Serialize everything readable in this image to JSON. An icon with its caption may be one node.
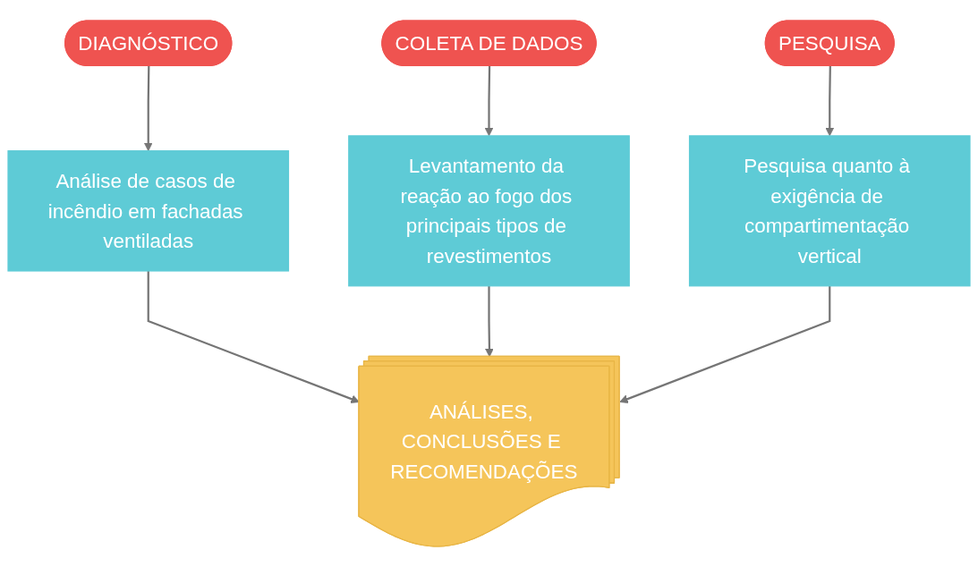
{
  "diagram": {
    "nodes": [
      {
        "text": [
          "DIAGNÓSTICO"
        ]
      },
      {
        "text": [
          "COLETA DE DADOS"
        ]
      },
      {
        "text": [
          "PESQUISA"
        ]
      },
      {
        "text": [
          "Análise de casos de incêndio em fachadas ventiladas"
        ]
      },
      {
        "text": [
          "Levantamento da reação ao fogo dos principais tipos de revestimentos"
        ]
      },
      {
        "text": [
          "Pesquisa quanto à exigência de compartimentação vertical"
        ]
      },
      {
        "text": [
          "ANÁLISES, CONCLUSÕES E RECOMENDAÇÕES"
        ]
      }
    ],
    "edges": [
      {
        "from": 0,
        "to": 3,
        "arrow": "to"
      },
      {
        "from": 1,
        "to": 4,
        "arrow": "to"
      },
      {
        "from": 2,
        "to": 5,
        "arrow": "to"
      },
      {
        "from": 3,
        "to": 6,
        "arrow": "to"
      },
      {
        "from": 4,
        "to": 6,
        "arrow": "to"
      },
      {
        "from": 5,
        "to": 6,
        "arrow": "to"
      }
    ]
  }
}
